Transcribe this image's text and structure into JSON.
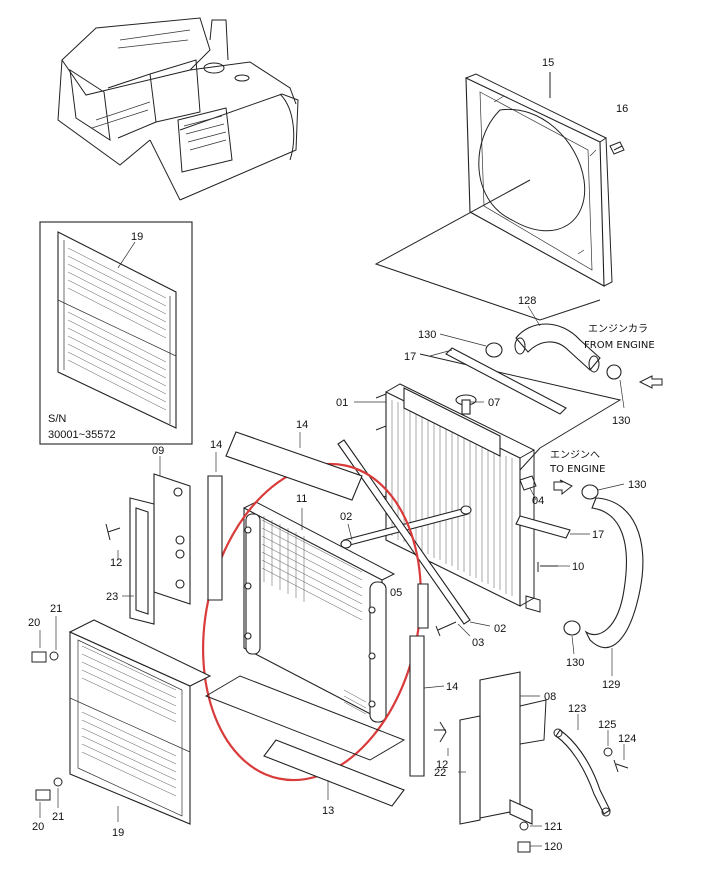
{
  "inset": {
    "serial_label": "S/N",
    "serial_range": "30001~35572",
    "part_number": "19"
  },
  "notes": {
    "from_engine_jp": "エンジンカラ",
    "from_engine_en": "FROM  ENGINE",
    "to_engine_jp": "エンジンへ",
    "to_engine_en": "TO  ENGINE"
  },
  "callouts": {
    "c15": "15",
    "c16": "16",
    "c128": "128",
    "c130a": "130",
    "c130b": "130",
    "c130c": "130",
    "c130d": "130",
    "c17a": "17",
    "c17b": "17",
    "c01": "01",
    "c07": "07",
    "c04": "04",
    "c10": "10",
    "c02a": "02",
    "c02b": "02",
    "c03": "03",
    "c05": "05",
    "c11": "11",
    "c14a": "14",
    "c14b": "14",
    "c14c": "14",
    "c09": "09",
    "c12a": "12",
    "c12b": "12",
    "c23": "23",
    "c20a": "20",
    "c20b": "20",
    "c21a": "21",
    "c21b": "21",
    "c19": "19",
    "c13": "13",
    "c08": "08",
    "c22": "22",
    "c123": "123",
    "c125": "125",
    "c124": "124",
    "c121": "121",
    "c120": "120",
    "c129": "129"
  },
  "colors": {
    "highlight": "#d93a3a",
    "line": "#222222"
  }
}
